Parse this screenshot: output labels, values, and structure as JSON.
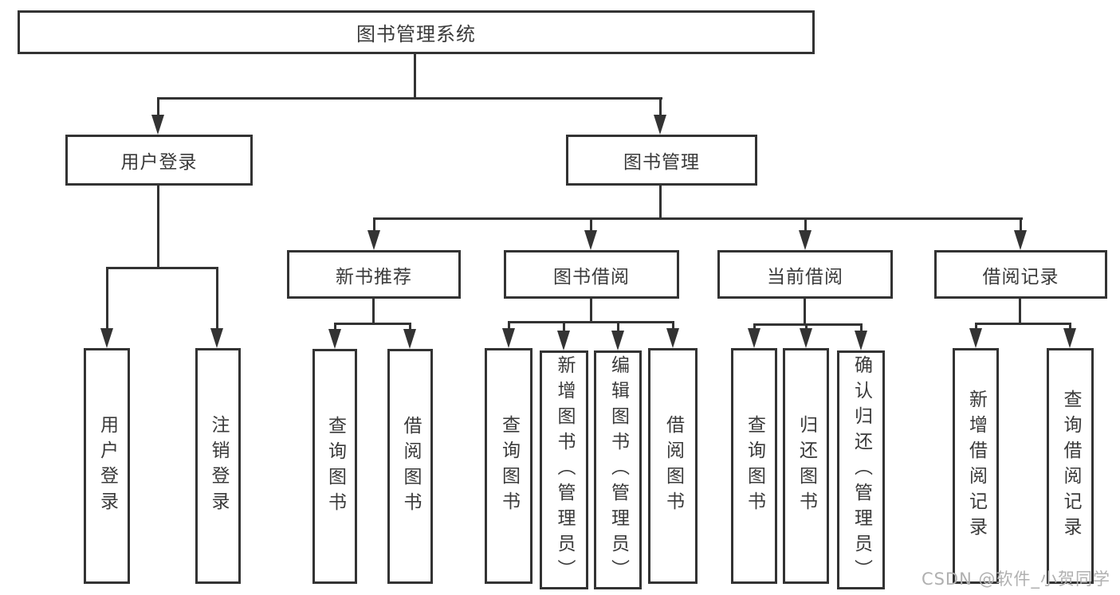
{
  "watermark": "CSDN @软件_小贺同学",
  "colors": {
    "line": "#333333",
    "box_border": "#333333",
    "box_background": "#ffffff",
    "text": "#3a3a3a",
    "watermark": "#b0b0b0"
  },
  "tree": {
    "label": "图书管理系统",
    "children": [
      {
        "label": "用户登录",
        "children": [
          {
            "label": "用户登录"
          },
          {
            "label": "注销登录"
          }
        ]
      },
      {
        "label": "图书管理",
        "children": [
          {
            "label": "新书推荐",
            "children": [
              {
                "label": "查询图书"
              },
              {
                "label": "借阅图书"
              }
            ]
          },
          {
            "label": "图书借阅",
            "children": [
              {
                "label": "查询图书"
              },
              {
                "label": "新增图书（管理员）"
              },
              {
                "label": "编辑图书（管理员）"
              },
              {
                "label": "借阅图书"
              }
            ]
          },
          {
            "label": "当前借阅",
            "children": [
              {
                "label": "查询图书"
              },
              {
                "label": "归还图书"
              },
              {
                "label": "确认归还（管理员）"
              }
            ]
          },
          {
            "label": "借阅记录",
            "children": [
              {
                "label": "新增借阅记录"
              },
              {
                "label": "查询借阅记录"
              }
            ]
          }
        ]
      }
    ]
  }
}
